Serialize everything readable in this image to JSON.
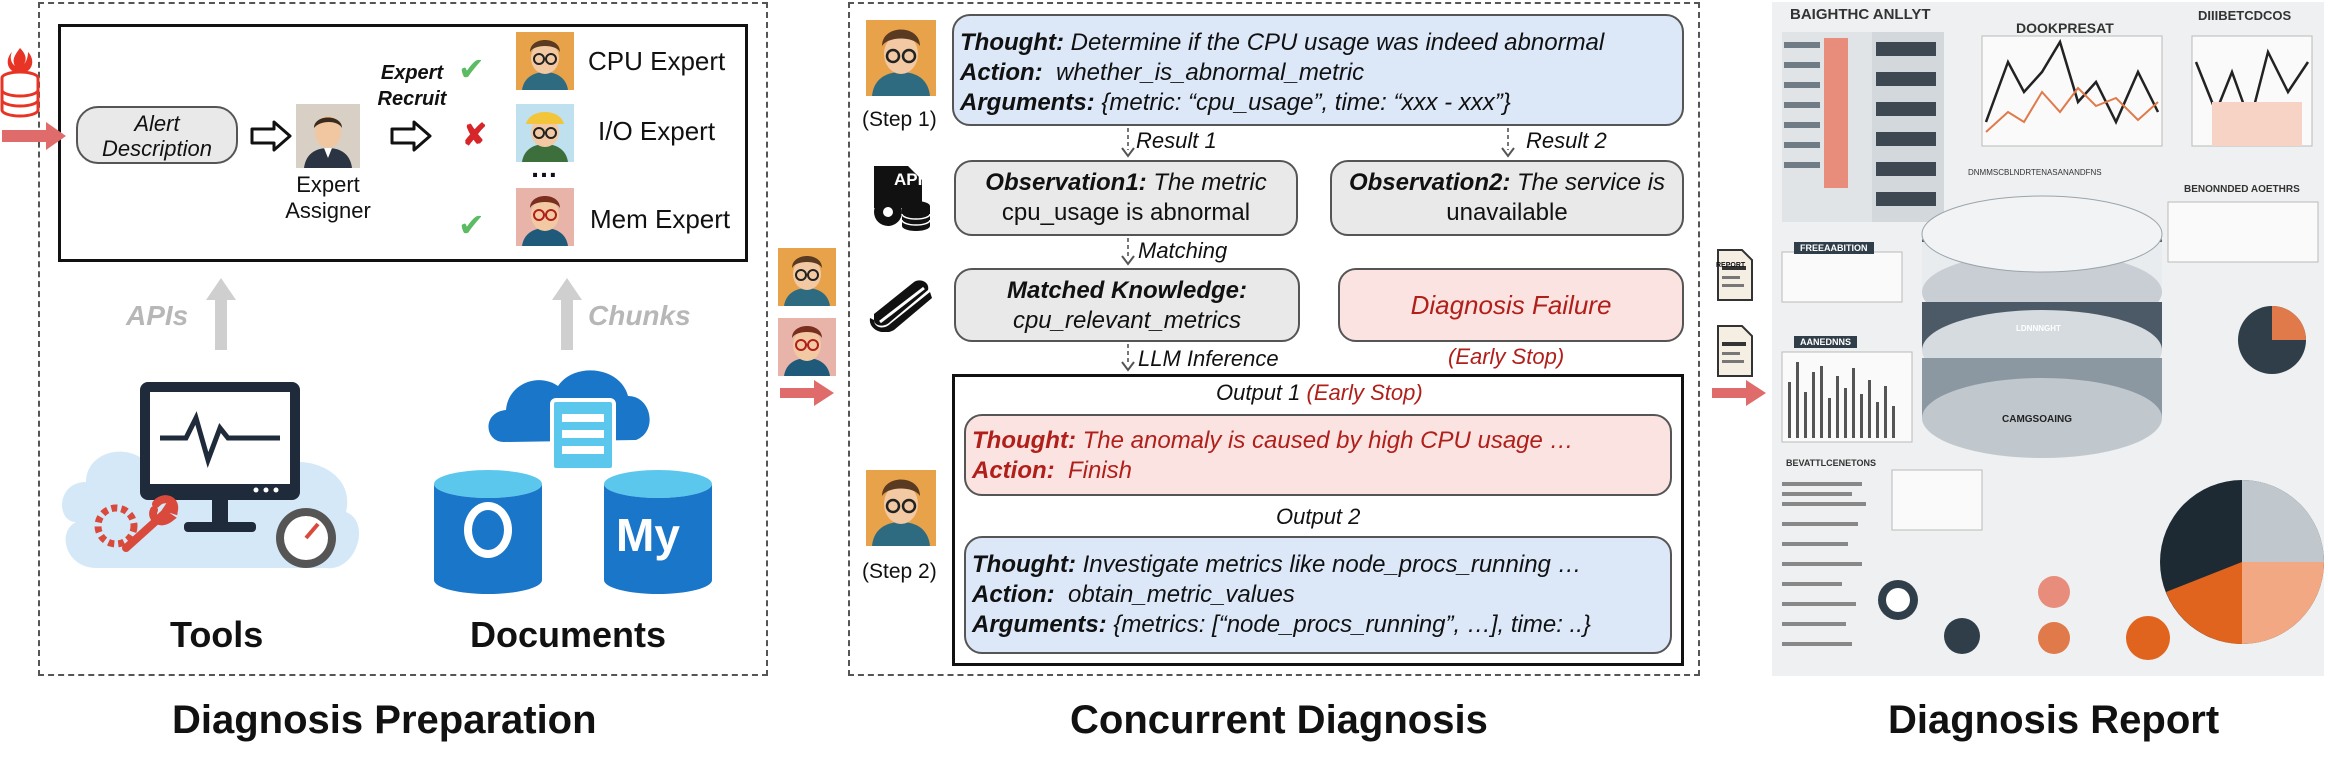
{
  "sections": {
    "preparation": "Diagnosis Preparation",
    "concurrent": "Concurrent Diagnosis",
    "report": "Diagnosis Report"
  },
  "preparation": {
    "alert": "Alert Description",
    "assigner": "Expert Assigner",
    "recruit": "Expert Recruit",
    "experts": [
      {
        "name": "CPU Expert",
        "mark": "✔"
      },
      {
        "name": "I/O Expert",
        "mark": "✘"
      },
      {
        "name": "Mem Expert",
        "mark": "✔"
      }
    ],
    "ellipsis": "…",
    "apis": "APIs",
    "chunks": "Chunks",
    "tools": "Tools",
    "documents": "Documents",
    "db_label": "My"
  },
  "diagnosis": {
    "step1": "(Step 1)",
    "step2": "(Step 2)",
    "api_badge": "API",
    "thought1_label": "Thought:",
    "thought1": "Determine if the CPU usage was indeed abnormal",
    "action1_label": "Action:",
    "action1": "whether_is_abnormal_metric",
    "args1_label": "Arguments:",
    "args1": "{metric: “cpu_usage”, time: “xxx - xxx”}",
    "result1": "Result 1",
    "result2": "Result 2",
    "obs1_label": "Observation1:",
    "obs1_a": "The metric",
    "obs1_b": "cpu_usage is abnormal",
    "obs2_label": "Observation2:",
    "obs2_a": "The service is",
    "obs2_b": "unavailable",
    "matching": "Matching",
    "knowledge_label": "Matched Knowledge:",
    "knowledge": "cpu_relevant_metrics",
    "failure": "Diagnosis Failure",
    "early_stop": "(Early Stop)",
    "llm": "LLM Inference",
    "output1": "Output 1",
    "output1_stop": "(Early Stop)",
    "o1_thought_label": "Thought:",
    "o1_thought": "The anomaly is caused by high CPU usage …",
    "o1_action_label": "Action:",
    "o1_action": "Finish",
    "output2": "Output 2",
    "o2_thought_label": "Thought:",
    "o2_thought": "Investigate metrics like node_procs_running …",
    "o2_action_label": "Action:",
    "o2_action": "obtain_metric_values",
    "o2_args_label": "Arguments:",
    "o2_args": "{metrics: [“node_procs_running”, …], time: ..}"
  },
  "report": {
    "heading_left": "BAIGHTHC ANLLYT",
    "heading_mid": "DOOKPRESAT",
    "heading_right": "DIIIBETCDCOS",
    "db_stripe_1": "LDNNNGHT",
    "db_stripe_2": "CAMGSOAING",
    "side_title": "BENONNDED AOETHRS",
    "prep": "FREEAABITION",
    "bar_title": "AANEDNNS",
    "doc_title": "BEVATTLCENETONS",
    "top_caption": "DNMMSCBLNDRTENASANANDFNS",
    "report_badge": "REPORT"
  },
  "colors": {
    "blue_box": "#dce8f8",
    "gray_box": "#e9e9e9",
    "pink_box": "#fbe3e1",
    "red_text": "#b01f1a",
    "arrow_red": "#e06b6b",
    "db_blue": "#1a76c8",
    "check_green": "#5dbb63",
    "cross_red": "#d6262a"
  }
}
